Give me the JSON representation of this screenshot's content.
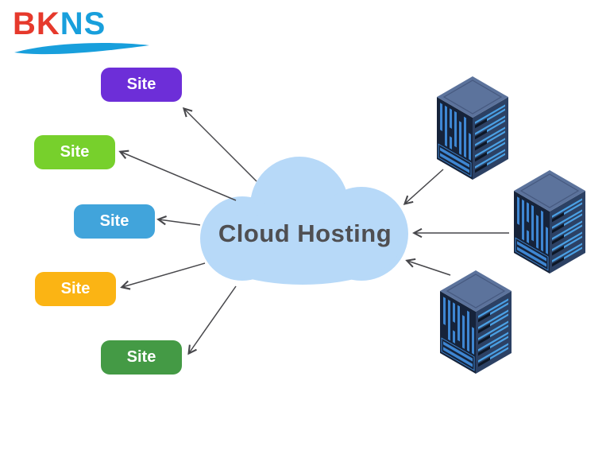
{
  "logo": {
    "part1": "BK",
    "part2": "NS",
    "part1_color": "#e6392c",
    "part2_color": "#189fdc",
    "swoosh_color": "#189fdc"
  },
  "cloud": {
    "label": "Cloud Hosting",
    "fill": "#b7d9f8",
    "label_color": "#4f4f52"
  },
  "sites": [
    {
      "label": "Site",
      "color": "#6d2ed8"
    },
    {
      "label": "Site",
      "color": "#77d02c"
    },
    {
      "label": "Site",
      "color": "#41a4db"
    },
    {
      "label": "Site",
      "color": "#fbb414"
    },
    {
      "label": "Site",
      "color": "#449a45"
    }
  ],
  "servers": {
    "count": 3,
    "top_face_color": "#5c739c",
    "left_face_color": "#16233a",
    "right_face_color": "#2c4164",
    "stripe_color": "#4aa0e4",
    "dark_stripe_color": "#0d1726"
  },
  "arrows": {
    "color": "#47474b",
    "cloud_to_sites_count": 5,
    "servers_to_cloud_count": 3
  }
}
